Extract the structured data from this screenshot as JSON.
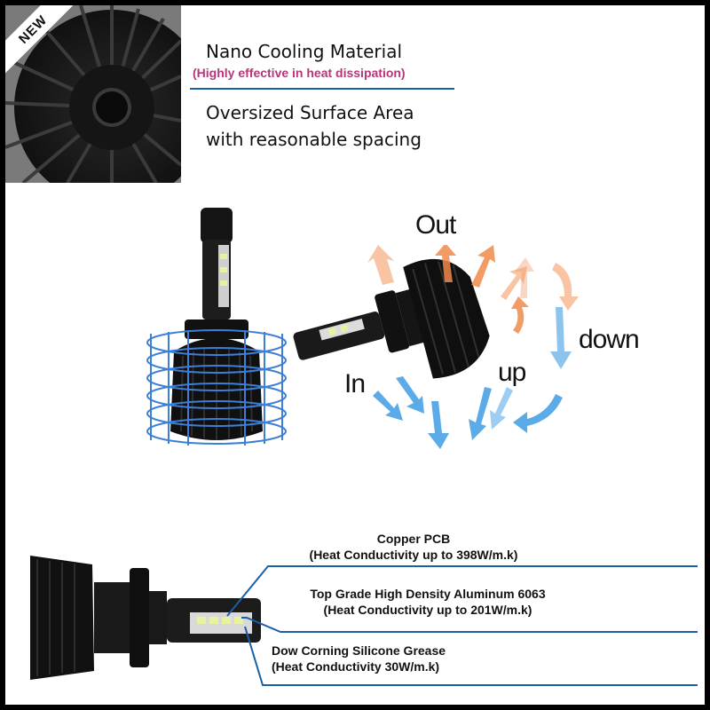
{
  "badge": "NEW",
  "top_callout": {
    "title": "Nano Cooling Material",
    "subtitle": "(Highly effective in heat dissipation)",
    "line1": "Oversized Surface Area",
    "line2": "with reasonable spacing"
  },
  "airflow_labels": {
    "out": "Out",
    "in": "In",
    "up": "up",
    "down": "down"
  },
  "specs": [
    {
      "name": "Copper PCB",
      "detail": "(Heat Conductivity up to 398W/m.k)"
    },
    {
      "name": "Top Grade High Density Aluminum 6063",
      "detail": "(Heat Conductivity up to 201W/m.k)"
    },
    {
      "name": "Dow Corning Silicone Grease",
      "detail": "(Heat Conductivity 30W/m.k)"
    }
  ],
  "colors": {
    "accent_blue": "#1a5fa8",
    "subtitle_pink": "#b5367a",
    "airflow_orange": "#f08a4b",
    "airflow_blue": "#4aa3e6"
  }
}
